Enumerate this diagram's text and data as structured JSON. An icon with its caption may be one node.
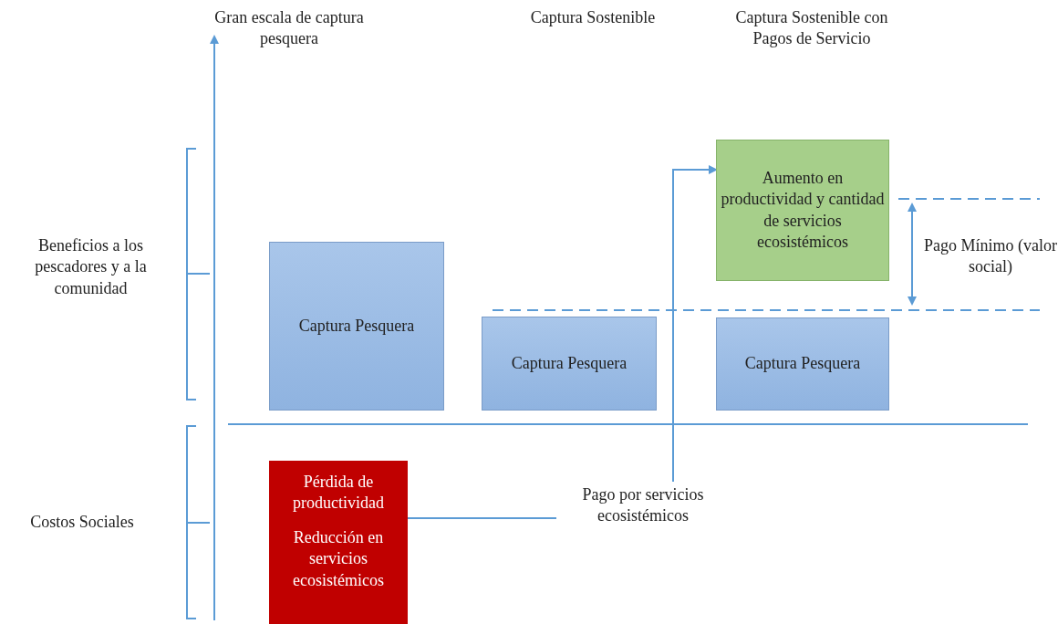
{
  "diagram": {
    "nodes": [
      {
        "text": [
          "Captura Pesquera"
        ]
      },
      {
        "text": [
          "Captura Pesquera"
        ]
      },
      {
        "text": [
          "Aumento en productividad y cantidad de servicios ecosistémicos"
        ]
      },
      {
        "text": [
          "Captura Pesquera"
        ]
      },
      {
        "text": [
          "Pérdida de productividad",
          "Reducción en servicios ecosistémicos"
        ]
      },
      {
        "text": [
          "Pago por servicios ecosistémicos"
        ]
      }
    ],
    "edges": [
      {
        "from": 4,
        "to": 5,
        "arrow": "none"
      },
      {
        "from": 5,
        "to": 2,
        "arrow": "to"
      }
    ],
    "labels": [
      "Gran escala de captura pesquera",
      "Captura Sostenible",
      "Captura Sostenible con Pagos de Servicio",
      "Beneficios a los pescadores y a la comunidad",
      "Pago Mínimo (valor social)",
      "Costos Sociales"
    ]
  }
}
